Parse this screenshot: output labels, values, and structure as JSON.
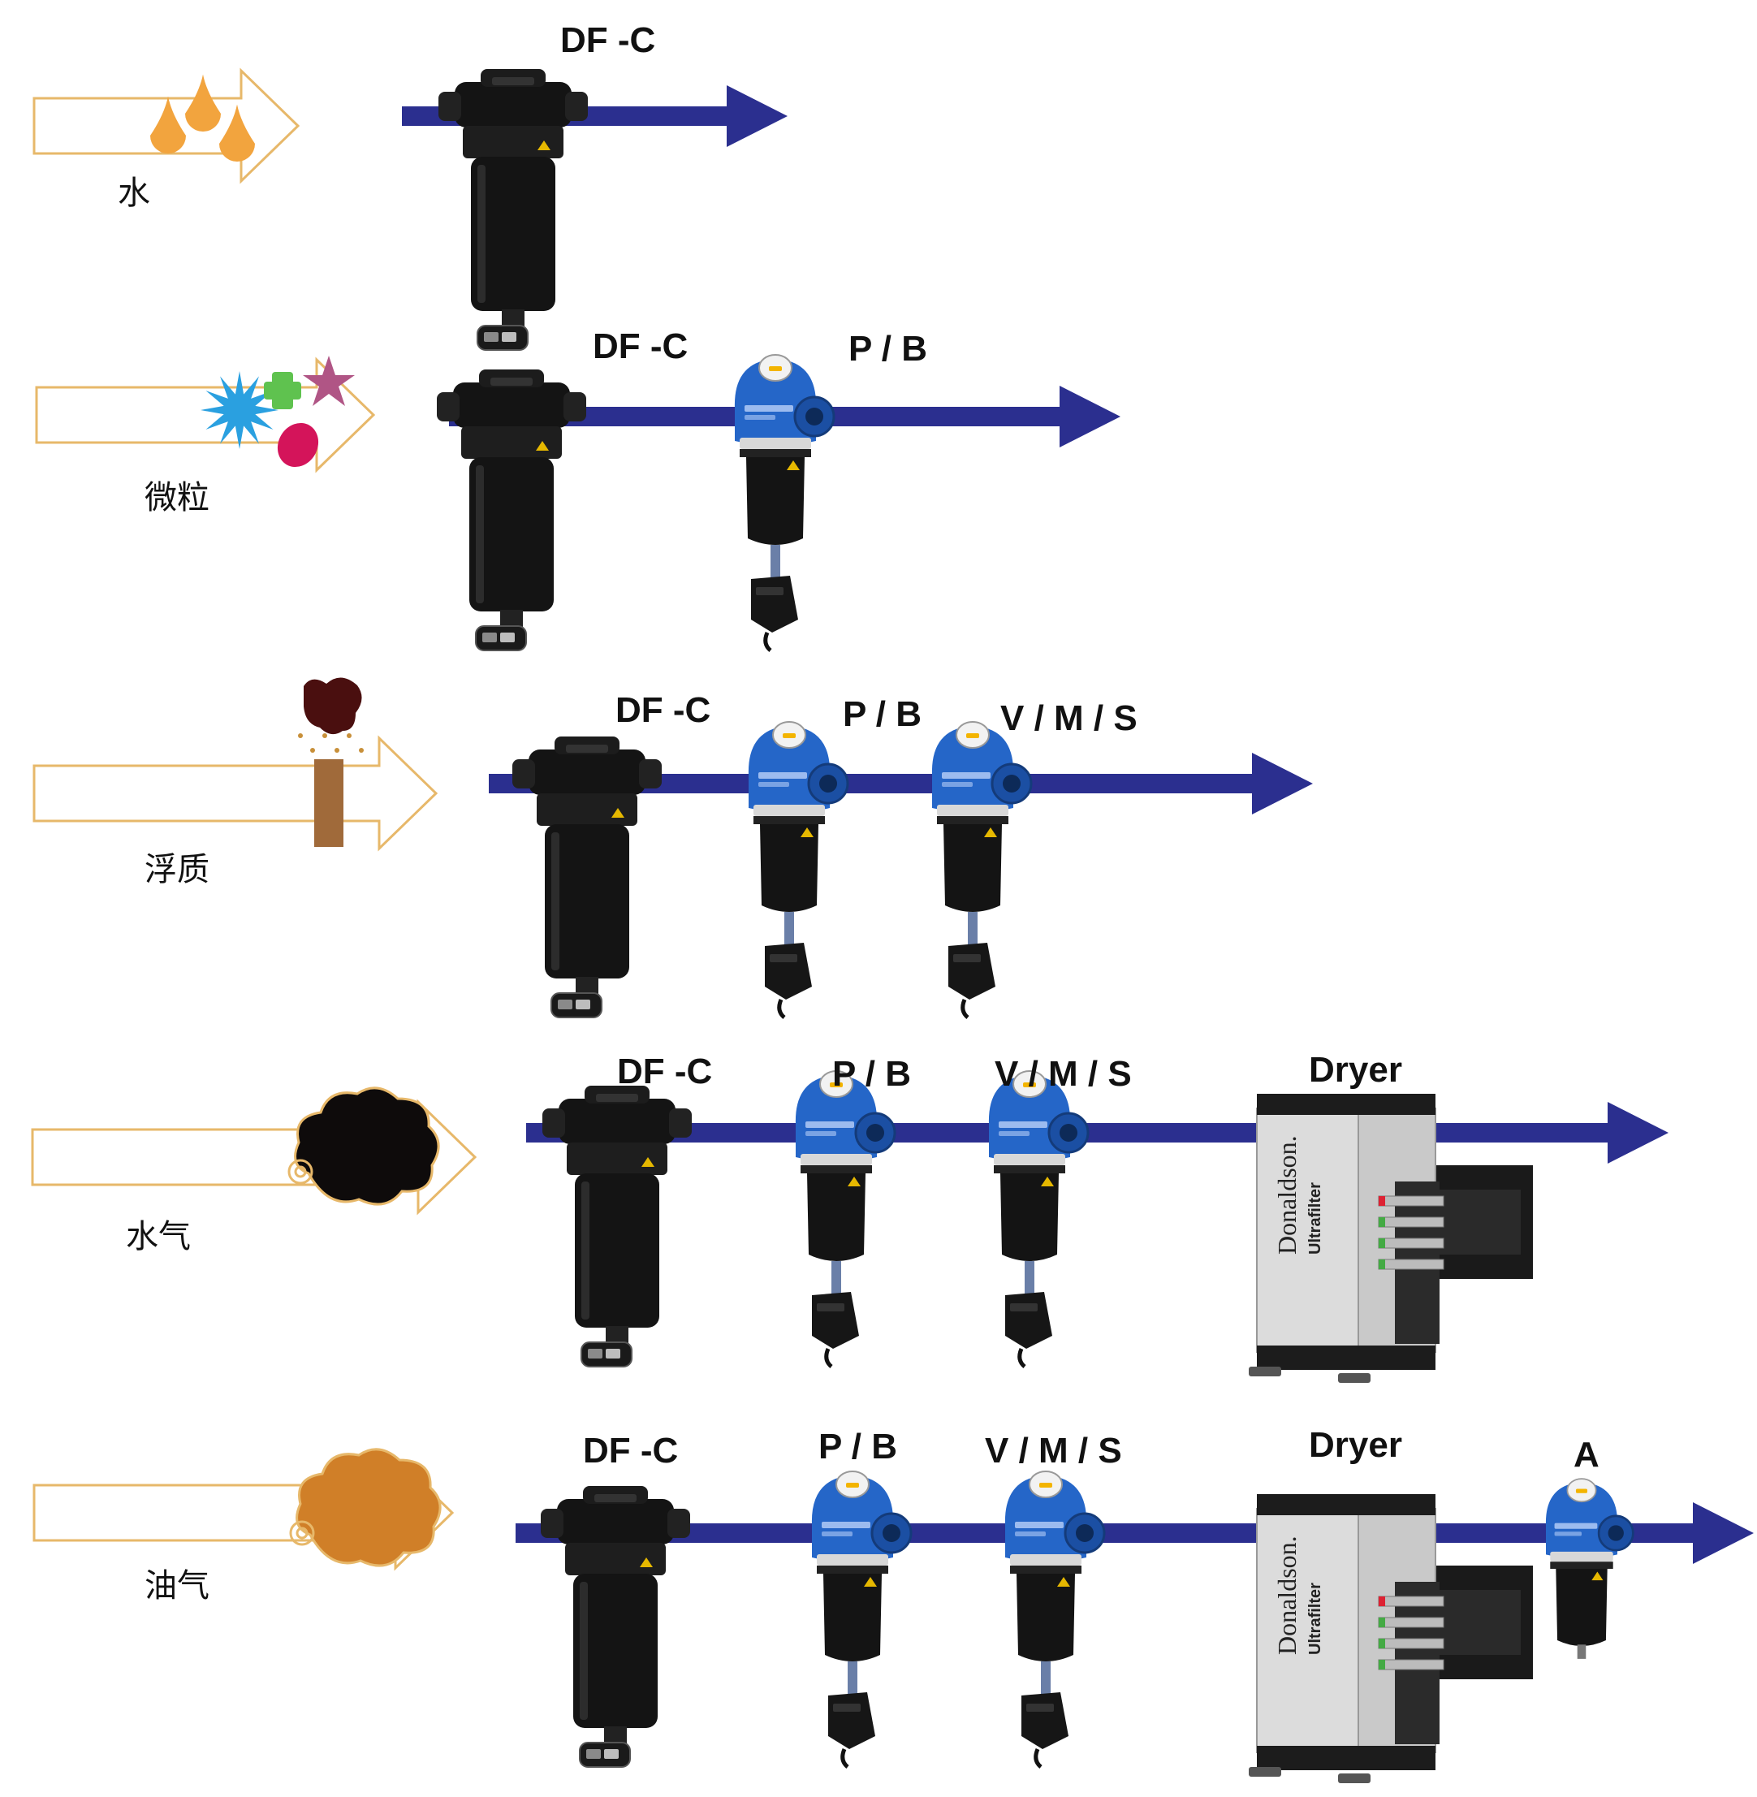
{
  "colors": {
    "flow_line": "#2b2f8f",
    "outline_arrow": "#e7b86a",
    "filter_black": "#141414",
    "filter_blue": "#2566c8",
    "water": "#f2a43e",
    "oil_vapor": "#d07f28",
    "water_vapor": "#0e0b0b",
    "oil_mist": "#4a0f0f",
    "pipe": "#a06a3a",
    "dryer_silver": "#dcdcdc"
  },
  "rows": [
    {
      "category": "水",
      "contaminant_icon": "water-droplets-icon",
      "stages": [
        {
          "label": "DF -C",
          "kind": "df-c-filter"
        }
      ]
    },
    {
      "category": "微粒",
      "contaminant_icon": "particles-icon",
      "stages": [
        {
          "label": "DF -C",
          "kind": "df-c-filter"
        },
        {
          "label": "P / B",
          "kind": "ultrafilter"
        }
      ]
    },
    {
      "category": "浮质",
      "contaminant_icon": "aerosol-icon",
      "stages": [
        {
          "label": "DF -C",
          "kind": "df-c-filter"
        },
        {
          "label": "P / B",
          "kind": "ultrafilter"
        },
        {
          "label": "V / M / S",
          "kind": "ultrafilter"
        }
      ]
    },
    {
      "category": "水气",
      "contaminant_icon": "water-vapor-cloud-icon",
      "stages": [
        {
          "label": "DF -C",
          "kind": "df-c-filter"
        },
        {
          "label": "P / B",
          "kind": "ultrafilter"
        },
        {
          "label": "V / M / S",
          "kind": "ultrafilter"
        },
        {
          "label": "Dryer",
          "kind": "dryer"
        }
      ]
    },
    {
      "category": "油气",
      "contaminant_icon": "oil-vapor-cloud-icon",
      "stages": [
        {
          "label": "DF -C",
          "kind": "df-c-filter"
        },
        {
          "label": "P / B",
          "kind": "ultrafilter"
        },
        {
          "label": "V / M / S",
          "kind": "ultrafilter"
        },
        {
          "label": "Dryer",
          "kind": "dryer"
        },
        {
          "label": "A",
          "kind": "ultrafilter-small"
        }
      ]
    }
  ],
  "branding": {
    "brand": "Donaldson",
    "product_line": "Ultrafilter"
  }
}
